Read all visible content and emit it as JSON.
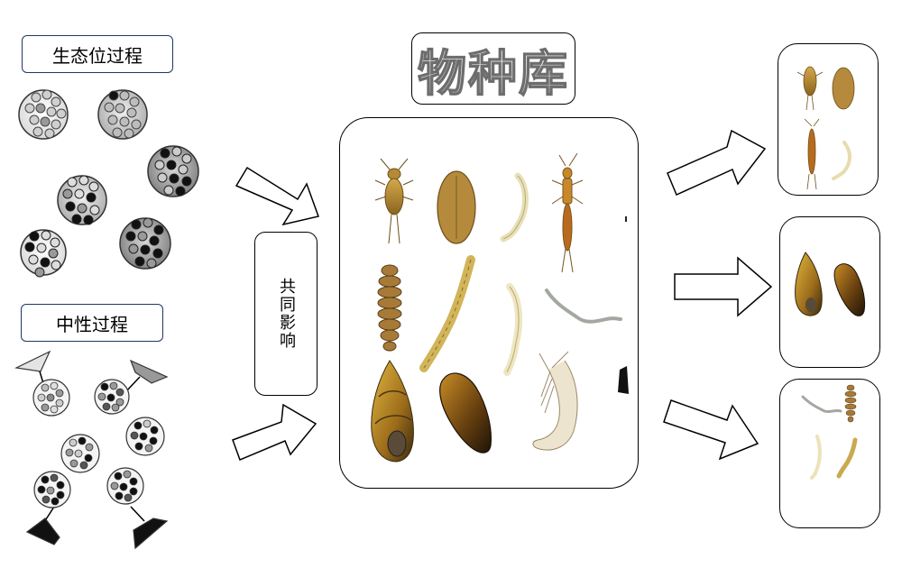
{
  "labels": {
    "niche": "生态位过程",
    "neutral": "中性过程",
    "joint": "共同影响",
    "pool": "物种库"
  },
  "colors": {
    "outline": "#1f3864",
    "dot_dark": "#111111",
    "dot_mid": "#888888",
    "dot_light": "#d8d8d8",
    "insect": "#b8892f"
  },
  "icons": [
    "arrow-icon",
    "funnel-icon",
    "mayfly-icon",
    "beetle-larva-icon",
    "worm-icon",
    "snail-icon",
    "mussel-icon",
    "shrimp-icon"
  ]
}
